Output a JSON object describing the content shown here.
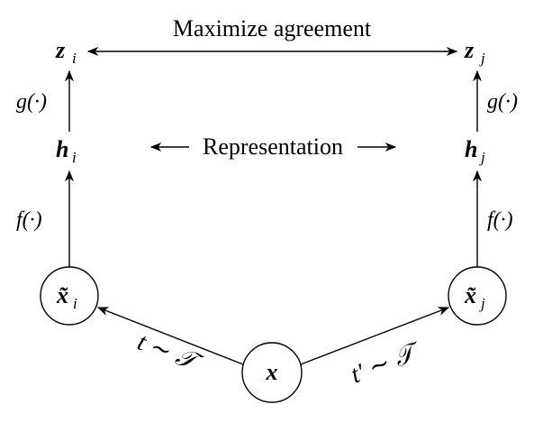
{
  "diagram": {
    "top_label": "Maximize agreement",
    "middle_label": "Representation",
    "left": {
      "z": "z",
      "z_sub": "i",
      "g": "g(·)",
      "h": "h",
      "h_sub": "i",
      "f": "f(·)",
      "x_tilde": "x̃",
      "x_tilde_sub": "i",
      "transform": "t ∼ 𝒯"
    },
    "right": {
      "z": "z",
      "z_sub": "j",
      "g": "g(·)",
      "h": "h",
      "h_sub": "j",
      "f": "f(·)",
      "x_tilde": "x̃",
      "x_tilde_sub": "j",
      "transform": "t′ ∼ 𝒯"
    },
    "input": "x",
    "colors": {
      "ink": "#000000",
      "background": "#ffffff"
    }
  }
}
